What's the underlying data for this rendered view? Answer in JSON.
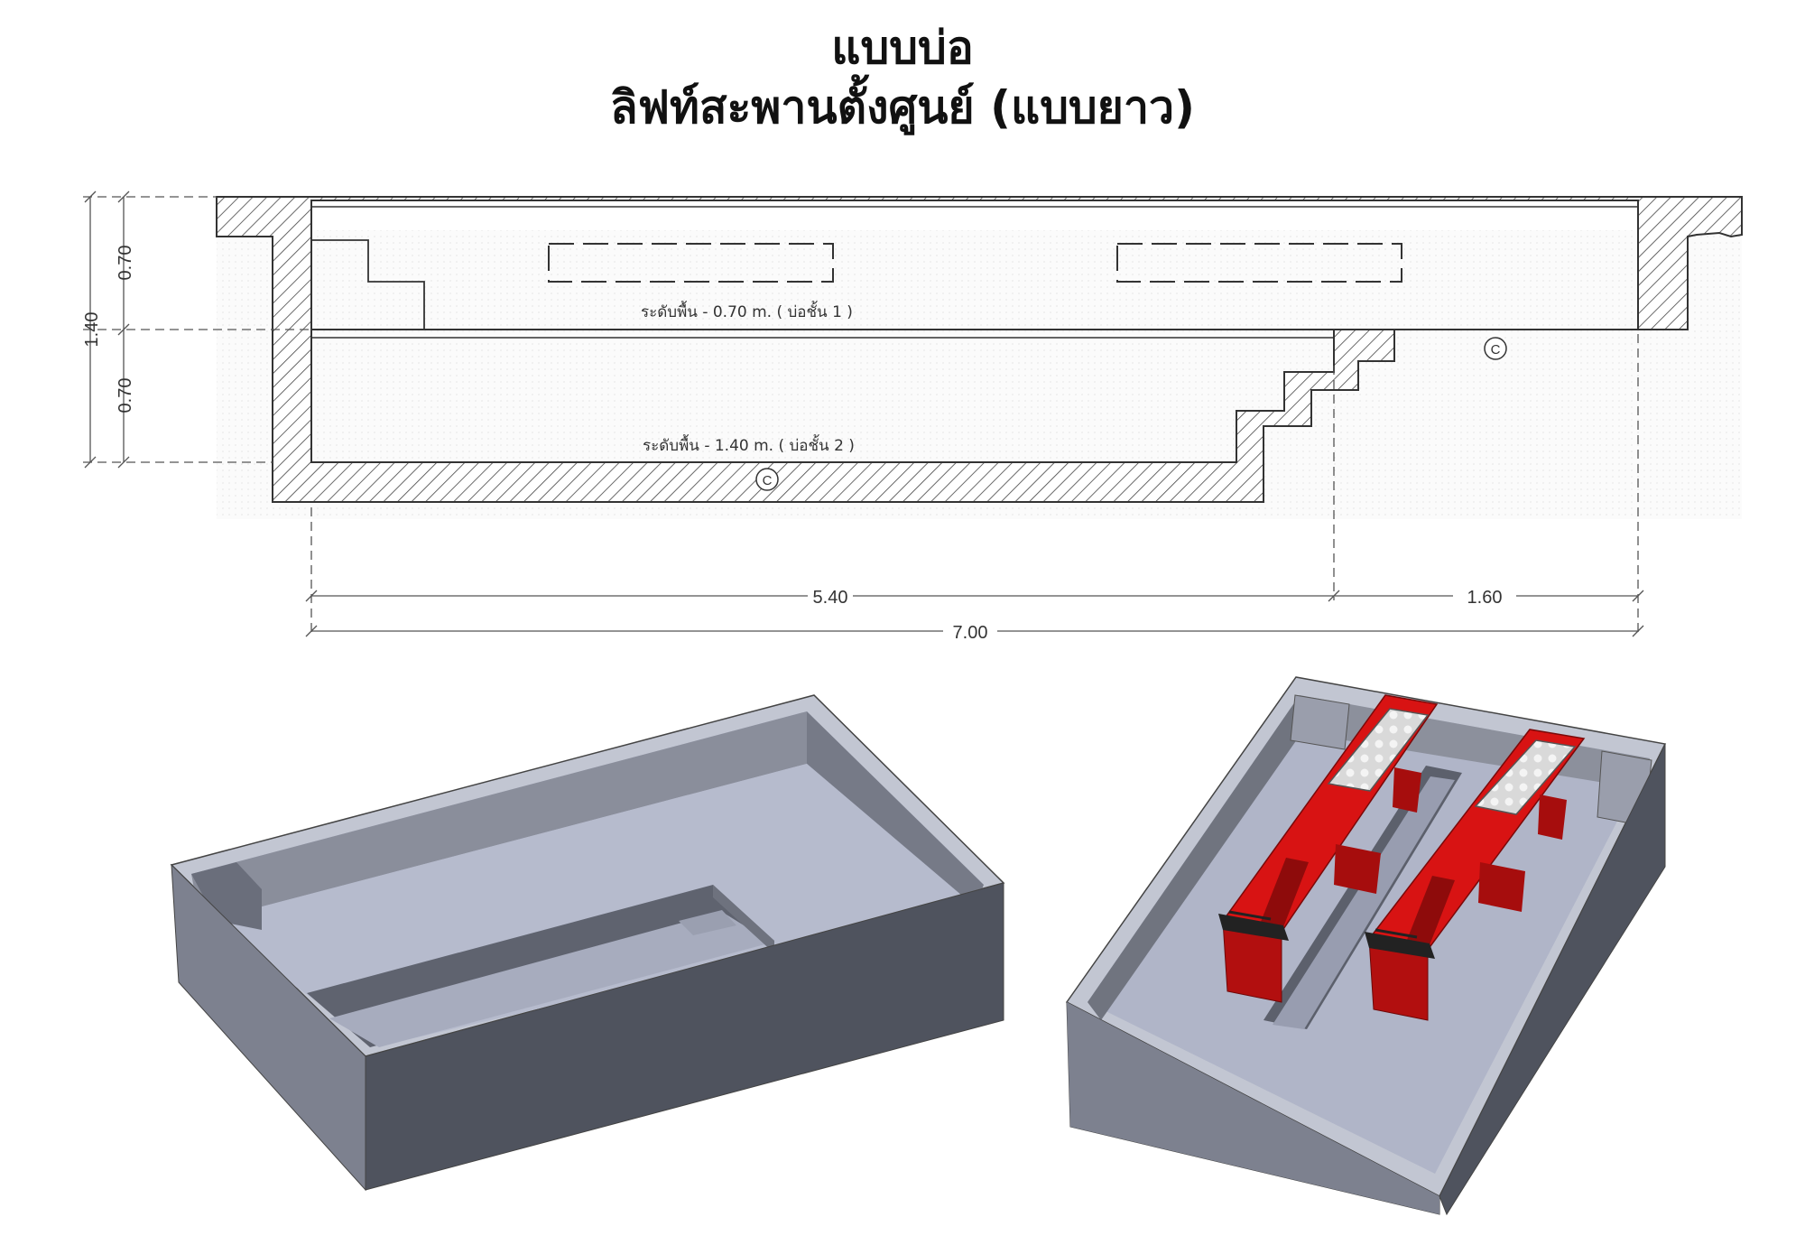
{
  "title": {
    "line1": "แบบบ่อ",
    "line2": "ลิฟท์สะพานตั้งศูนย์ (แบบยาว)"
  },
  "section": {
    "level1_label": "ระดับพื้น - 0.70 m. ( บ่อชั้น 1 )",
    "level2_label": "ระดับพื้น - 1.40 m. ( บ่อชั้น 2 )",
    "centerline_symbol": "C",
    "dim_upper": "0.70",
    "dim_lower": "0.70",
    "dim_total_height": "1.40",
    "dim_deep_length": "5.40",
    "dim_shallow_length": "1.60",
    "dim_total_length": "7.00"
  },
  "colors": {
    "hatch": "#444444",
    "pit_floor": "#b3b8cb",
    "pit_wall_dark": "#505561",
    "pit_wall_mid": "#6b6f7c",
    "lift_red": "#d81313",
    "lift_red_dark": "#8e0b0b"
  }
}
